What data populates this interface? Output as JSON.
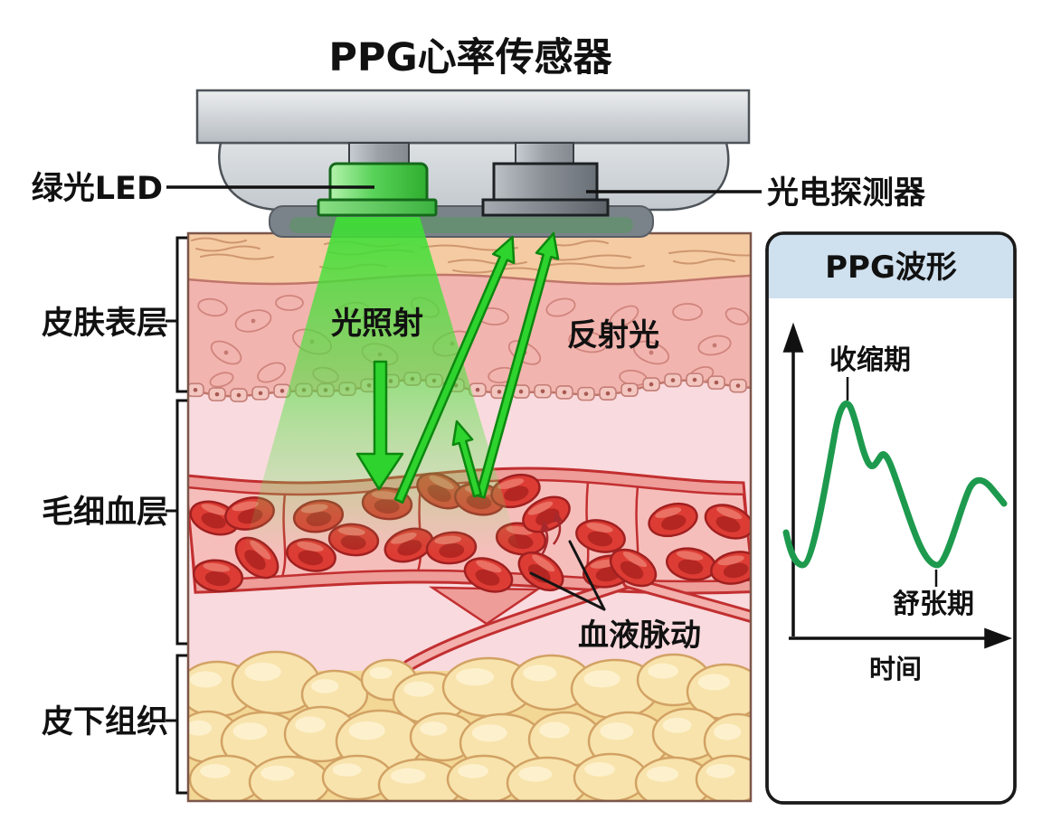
{
  "title": "PPG心率传感器",
  "sensor": {
    "led_label": "绿光LED",
    "detector_label": "光电探测器"
  },
  "skin_layers": [
    {
      "label": "皮肤表层"
    },
    {
      "label": "毛细血层"
    },
    {
      "label": "皮下组织"
    }
  ],
  "annotations": {
    "light_in": "光照射",
    "light_out": "反射光",
    "blood_pulse": "血液脉动"
  },
  "waveform_panel": {
    "title": "PPG波形",
    "systolic_label": "收缩期",
    "diastolic_label": "舒张期",
    "x_axis_label": "时间"
  },
  "colors": {
    "led_green": "#4ed14e",
    "beam_green": "#42dd36",
    "arrow_green": "#2ed32e",
    "waveform_green": "#1d9a4e",
    "panel_header_blue": "#cfe0ee",
    "blood_red": "#dd3c34",
    "vessel_wall_red": "#c22f30",
    "fat_yellow": "#f8e3ac"
  }
}
